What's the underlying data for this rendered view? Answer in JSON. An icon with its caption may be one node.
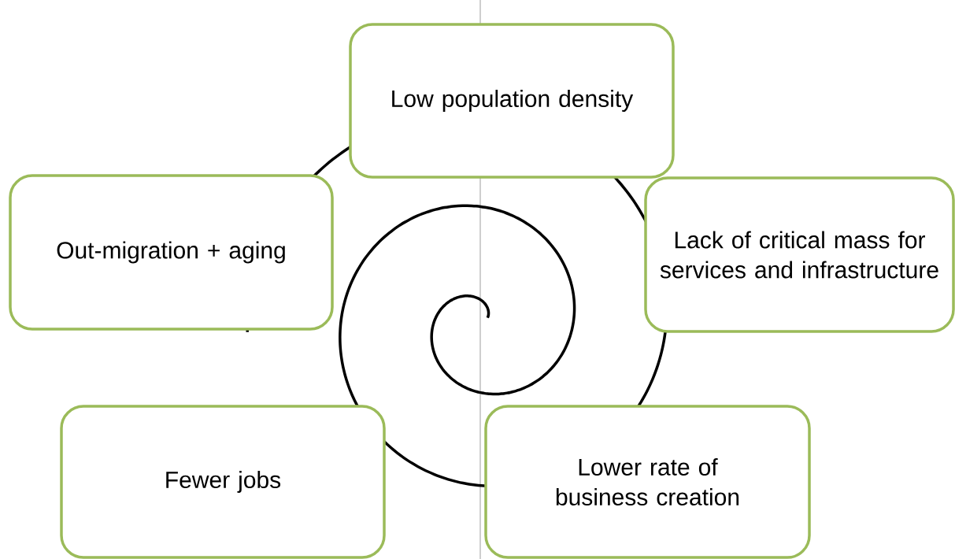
{
  "diagram": {
    "nodes": [
      {
        "text": [
          "Low population density"
        ]
      },
      {
        "text": [
          "Out-migration + aging"
        ]
      },
      {
        "text": [
          "Lack of critical mass for services and infrastructure"
        ]
      },
      {
        "text": [
          "Fewer jobs"
        ]
      },
      {
        "text": [
          "Lower rate of business creation"
        ]
      }
    ]
  }
}
